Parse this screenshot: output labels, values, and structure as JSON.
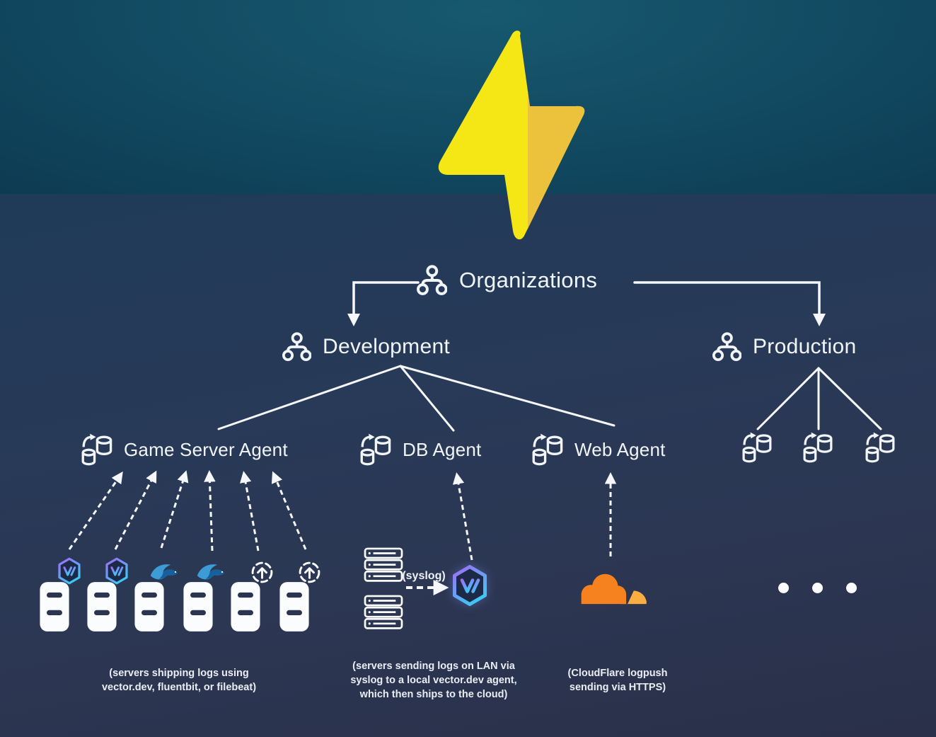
{
  "colors": {
    "bolt_left": "#f5e616",
    "bolt_right": "#ecc23c",
    "background_top_teal": "#11485f",
    "background_bottom_navy": "#2a3450",
    "wire_white": "#f5f7fa",
    "vector_gradient_top": "#a06cf6",
    "vector_gradient_bottom": "#40c6f4",
    "fluentbit_blue": "#3d9bd6",
    "fluentbit_dark_blue": "#16609c",
    "cloudflare_orange": "#f6821f",
    "cloudflare_light_orange": "#fbad41"
  },
  "logo": {
    "icon": "lightning-bolt-logo"
  },
  "tree": {
    "root": {
      "label": "Organizations",
      "icon": "org-chart-icon"
    },
    "development": {
      "label": "Development",
      "icon": "org-chart-icon"
    },
    "production": {
      "label": "Production",
      "icon": "org-chart-icon"
    }
  },
  "agents": {
    "game": {
      "label": "Game Server Agent",
      "icon": "agent-db-sync-icon"
    },
    "db": {
      "label": "DB Agent",
      "icon": "agent-db-sync-icon"
    },
    "web": {
      "label": "Web Agent",
      "icon": "agent-db-sync-icon"
    }
  },
  "production_agents": {
    "icon": "agent-db-sync-icon",
    "count": 3,
    "ellipsis_dots": 3
  },
  "game_servers": {
    "server_icon": "server-tower-icon",
    "badges": [
      "vector-dev-logo",
      "vector-dev-logo",
      "fluentbit-logo",
      "fluentbit-logo",
      "filebeat-upload-icon",
      "filebeat-upload-icon"
    ],
    "caption": [
      "(servers shipping logs using",
      "vector.dev, fluentbit, or filebeat)"
    ]
  },
  "db_servers": {
    "server_icon": "server-rack-icon",
    "syslog_label": "(syslog)",
    "agent_icon": "vector-dev-logo",
    "caption": [
      "(servers sending logs on LAN via",
      "syslog to a local vector.dev agent,",
      "which then ships to the cloud)"
    ]
  },
  "web_source": {
    "icon": "cloudflare-logo",
    "caption": [
      "(CloudFlare logpush",
      "sending via HTTPS)"
    ]
  }
}
